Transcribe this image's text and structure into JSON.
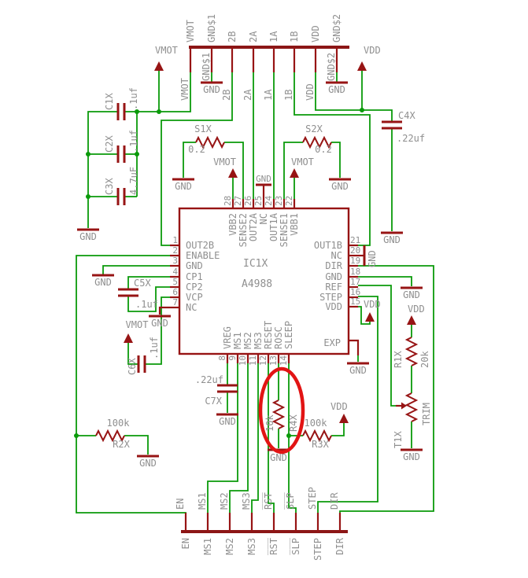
{
  "colors": {
    "wire_green": "#0a9a0a",
    "symbol_maroon": "#971414",
    "text_gray": "#8f8f8f",
    "highlight_red": "#e21414"
  },
  "power": {
    "vmot": "VMOT",
    "vdd": "VDD",
    "gnd": "GND"
  },
  "top_header": {
    "pins": [
      {
        "name": "VMOT",
        "net": "VMOT"
      },
      {
        "name": "GND$1",
        "net": "GND$1"
      },
      {
        "name": "2B",
        "net": "2B"
      },
      {
        "name": "2A",
        "net": "2A"
      },
      {
        "name": "1A",
        "net": "1A"
      },
      {
        "name": "1B",
        "net": "1B"
      },
      {
        "name": "VDD",
        "net": "VDD"
      },
      {
        "name": "GND$2",
        "net": "GND$2"
      }
    ]
  },
  "ic": {
    "ref": "IC1X",
    "value": "A4988",
    "exp": "EXP",
    "left": [
      {
        "num": "1",
        "name": "OUT2B"
      },
      {
        "num": "2",
        "name": "ENABLE"
      },
      {
        "num": "3",
        "name": "GND"
      },
      {
        "num": "4",
        "name": "CP1"
      },
      {
        "num": "5",
        "name": "CP2"
      },
      {
        "num": "6",
        "name": "VCP"
      },
      {
        "num": "7",
        "name": "NC"
      }
    ],
    "right": [
      {
        "num": "21",
        "name": "OUT1B"
      },
      {
        "num": "20",
        "name": "NC"
      },
      {
        "num": "19",
        "name": "DIR"
      },
      {
        "num": "18",
        "name": "GND"
      },
      {
        "num": "17",
        "name": "REF"
      },
      {
        "num": "16",
        "name": "STEP"
      },
      {
        "num": "15",
        "name": "VDD"
      }
    ],
    "top": [
      {
        "num": "28",
        "name": "VBB2"
      },
      {
        "num": "27",
        "name": "SENSE2"
      },
      {
        "num": "26",
        "name": "OUT2A"
      },
      {
        "num": "25",
        "name": "NC"
      },
      {
        "num": "24",
        "name": "OUT1A"
      },
      {
        "num": "23",
        "name": "SENSE1"
      },
      {
        "num": "22",
        "name": "VBB1"
      }
    ],
    "bottom": [
      {
        "num": "8",
        "name": "VREG"
      },
      {
        "num": "9",
        "name": "MS1"
      },
      {
        "num": "10",
        "name": "MS2"
      },
      {
        "num": "11",
        "name": "MS3"
      },
      {
        "num": "12",
        "name": "RESET"
      },
      {
        "num": "13",
        "name": "ROSC"
      },
      {
        "num": "14",
        "name": "SLEEP"
      }
    ]
  },
  "components": {
    "c1x": {
      "ref": "C1X",
      "value": ".1uf"
    },
    "c2x": {
      "ref": "C2X",
      "value": ".1uf"
    },
    "c3x": {
      "ref": "C3X",
      "value": "4.7uF"
    },
    "c4x": {
      "ref": "C4X",
      "value": ".22uf"
    },
    "c5x": {
      "ref": "C5X",
      "value": ".1uf"
    },
    "c6x": {
      "ref": "C6X",
      "value": ".1uf"
    },
    "c7x": {
      "ref": "C7X",
      "value": ".22uf"
    },
    "s1x": {
      "ref": "S1X",
      "value": "0.2"
    },
    "s2x": {
      "ref": "S2X",
      "value": "0.2"
    },
    "r1x": {
      "ref": "R1X",
      "value": "20k"
    },
    "r2x": {
      "ref": "R2X",
      "value": "100k"
    },
    "r3x": {
      "ref": "R3X",
      "value": "100k"
    },
    "r4x": {
      "ref": "R4X",
      "value": "10k"
    },
    "trim": {
      "ref": "T1X",
      "value": "TRIM"
    }
  },
  "bottom_header": {
    "nets": [
      "EN",
      "MS1",
      "MS2",
      "MS3",
      "R̅S̅T̅",
      "S̅L̅P̅",
      "STEP",
      "DIR"
    ],
    "pins": [
      "EN",
      "MS1",
      "MS2",
      "MS3",
      "R̅S̅T̅",
      "S̅L̅P̅",
      "STEP",
      "DIR"
    ]
  }
}
